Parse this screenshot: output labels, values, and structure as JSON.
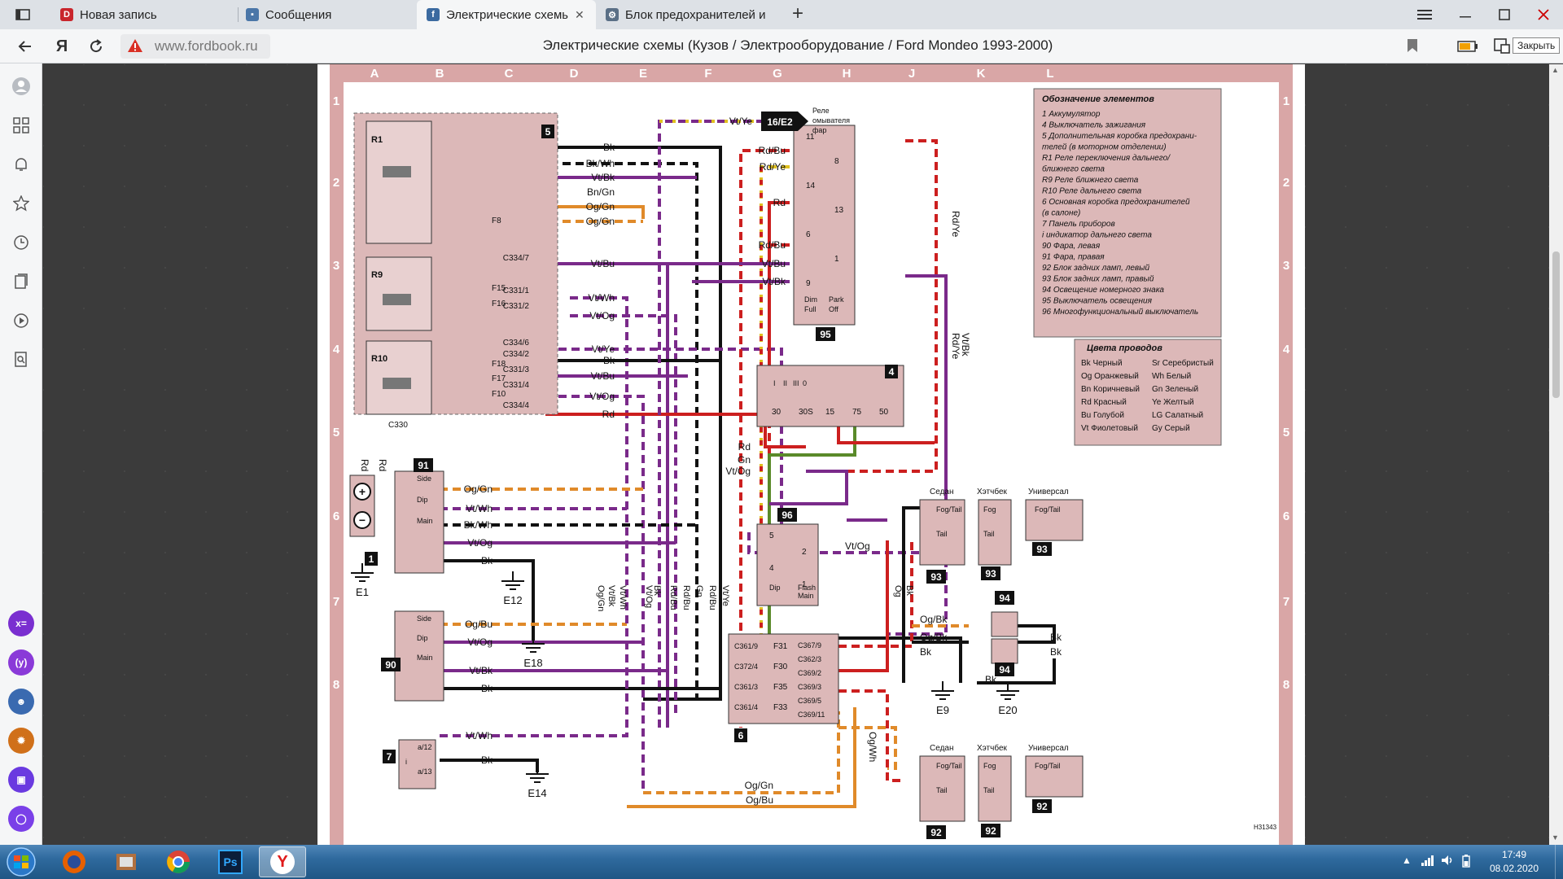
{
  "browser": {
    "tabs": [
      {
        "label": "Новая запись",
        "icon": "d-logo-icon",
        "color": "#c9252c"
      },
      {
        "label": "Сообщения",
        "icon": "vk-icon",
        "color": "#4a76a8"
      },
      {
        "label": "Электрические схемы (",
        "icon": "fordbook-icon",
        "color": "#3b6aa0",
        "active": true
      },
      {
        "label": "Блок предохранителей и",
        "icon": "gear-globe-icon",
        "color": "#5a6f86"
      }
    ],
    "tab_close": "✕",
    "new_tab": "+",
    "url": "www.fordbook.ru",
    "page_title": "Электрические схемы (Кузов / Электрооборудование / Ford Mondeo 1993-2000)",
    "close_tooltip": "Закрыть"
  },
  "schematic": {
    "columns": [
      "A",
      "B",
      "C",
      "D",
      "E",
      "F",
      "G",
      "H",
      "J",
      "K",
      "L"
    ],
    "rows": [
      "1",
      "2",
      "3",
      "4",
      "5",
      "6",
      "7",
      "8"
    ],
    "legend_title": "Обозначение элементов",
    "legend_items": [
      "1  Аккумулятор",
      "4  Выключатель зажигания",
      "5  Дополнительная коробка предохрани-",
      "    телей (в моторном отделении)",
      "    R1 Реле переключения дальнего/",
      "    ближнего света",
      "    R9 Реле ближнего света",
      "    R10 Реле дальнего света",
      "6  Основная коробка предохранителей",
      "    (в салоне)",
      "7  Панель приборов",
      "    i  индикатор дальнего света",
      "90 Фара, левая",
      "91 Фара, правая",
      "92 Блок задних ламп, левый",
      "93 Блок задних ламп, правый",
      "94 Освещение номерного знака",
      "95 Выключатель освещения",
      "96 Многофункциональный выключатель"
    ],
    "colors_title": "Цвета проводов",
    "color_codes_left": [
      "Bk Черный",
      "Og Оранжевый",
      "Bn Коричневый",
      "Rd Красный",
      "Bu Голубой",
      "Vt Фиолетовый"
    ],
    "color_codes_right": [
      "Sr Серебристый",
      "Wh Белый",
      "Gn Зеленый",
      "Ye Желтый",
      "LG Салатный",
      "Gy Серый"
    ],
    "relay_note": [
      "Реле",
      "омывателя",
      "фар"
    ],
    "relay_ref": "16/E2",
    "wire_colors": {
      "Bk": "#111111",
      "Rd": "#cc1f1f",
      "Og": "#e08a2a",
      "Vt": "#7a2a8a",
      "Wh": "#ffffff",
      "Gn": "#5a8a2a",
      "Bu": "#3b5fc0",
      "Ye": "#e0c020",
      "Bn": "#7a4a20"
    },
    "box_bg": "#dcb8b8",
    "paper_bg": "#ffffff",
    "frame_bg": "#d9a6a6",
    "components": {
      "fuse_box_aux": {
        "ref": "5",
        "relays": [
          "R1",
          "R9",
          "R10"
        ],
        "fuses": [
          "F8",
          "F15",
          "F16",
          "F18",
          "F17",
          "F10"
        ],
        "connector": "C330"
      },
      "battery": {
        "ref": "1",
        "ground": "E1",
        "wires": [
          "Rd",
          "Rd"
        ]
      },
      "headlamp_right": {
        "ref": "91",
        "labels": [
          "Side",
          "Dip",
          "Main"
        ],
        "wires": [
          "Og/Gn",
          "Vt/Wh",
          "Bk/Wh",
          "Vt/Og",
          "Bk"
        ],
        "ground": "E12"
      },
      "headlamp_left": {
        "ref": "90",
        "labels": [
          "Side",
          "Dip",
          "Main"
        ],
        "wires": [
          "Og/Bu",
          "Vt/Og",
          "Vt/Bk",
          "Bk"
        ],
        "ground": "E18"
      },
      "instrument_panel": {
        "ref": "7",
        "pins": [
          "a/12",
          "a/13"
        ],
        "wires": [
          "Vt/Wh",
          "Bk"
        ],
        "ground": "E14",
        "indicator": "i"
      },
      "ignition_switch": {
        "ref": "4",
        "terminals": [
          "30",
          "30S",
          "15",
          "75",
          "50"
        ],
        "positions": [
          "I",
          "II",
          "III",
          "0"
        ]
      },
      "light_switch": {
        "ref": "95",
        "terminals": [
          "11",
          "8",
          "14",
          "13",
          "6",
          "1",
          "9"
        ],
        "labels": [
          "Dim",
          "Park",
          "Full",
          "Off"
        ]
      },
      "multifunction_switch": {
        "ref": "96",
        "terminals": [
          "5",
          "2",
          "4",
          "1"
        ],
        "labels": [
          "Dip",
          "Flash",
          "Main"
        ]
      },
      "fuse_box_main": {
        "ref": "6",
        "fuses": [
          "F31",
          "F30",
          "F35",
          "F33"
        ]
      },
      "tail_sedan": {
        "title": "Седан",
        "labels": [
          "Fog/Tail",
          "Tail"
        ],
        "ref": "93"
      },
      "tail_hatch": {
        "title": "Хэтчбек",
        "labels": [
          "Fog",
          "Tail"
        ],
        "ref": "93"
      },
      "tail_wagon": {
        "title": "Универсал",
        "labels": [
          "Fog/Tail"
        ],
        "ref": "93"
      },
      "tail_sedan_l": {
        "title": "Седан",
        "labels": [
          "Fog/Tail",
          "Tail"
        ],
        "ref": "92"
      },
      "tail_hatch_l": {
        "title": "Хэтчбек",
        "labels": [
          "Fog",
          "Tail"
        ],
        "ref": "92"
      },
      "tail_wagon_l": {
        "title": "Универсал",
        "labels": [
          "Fog/Tail"
        ],
        "ref": "92"
      },
      "plate_lights": {
        "ref": "94"
      }
    },
    "connectors": [
      "C334/7",
      "C331/1",
      "C331/2",
      "C334/6",
      "C334/2",
      "C331/3",
      "C331/4",
      "C334/4",
      "C361/9",
      "C372/4",
      "C361/3",
      "C361/4",
      "C367/9",
      "C362/3",
      "C369/2",
      "C369/3",
      "C369/5",
      "C369/11"
    ],
    "wire_labels": {
      "aux_out": [
        "Bk",
        "Bk/Wh",
        "Vt/Bk",
        "Bn/Gn",
        "Og/Gn",
        "Og/Gn",
        "Vt/Bu",
        "Vt/Wh",
        "Vt/Og",
        "Vt/Ye",
        "Bk",
        "Vt/Bu",
        "Vt/Og",
        "Rd"
      ],
      "top": "Vt/Ye",
      "switch95_in": [
        "Rd/Bu",
        "Rd/Ye",
        "Rd",
        "Rd/Bu",
        "Vt/Bu",
        "Vt/Bk"
      ],
      "ign_out": [
        "Rd",
        "Gn",
        "Vt/Og"
      ],
      "right_vertical": [
        "Rd/Ye",
        "Rd/Ye",
        "Vt/Bk"
      ],
      "mfs_out": "Vt/Og",
      "vertical_mid": [
        "Og/Gn",
        "Vt/Bk",
        "Vt/Wh",
        "Vt/Og",
        "Bk",
        "Rd/Bu",
        "Rd/Bu",
        "Gn",
        "Rd/Bu",
        "Vt/Ye",
        "Og",
        "Bk"
      ],
      "plate": [
        "Og/Bk",
        "Og/Bk",
        "Bk",
        "Bk",
        "Bk",
        "Bk"
      ],
      "bottom": [
        "Og/Gn",
        "Og/Bu",
        "Og/Wh"
      ],
      "grounds": [
        "E1",
        "E12",
        "E18",
        "E14",
        "E9",
        "E20"
      ],
      "battery_wires": [
        "Rd",
        "Rd"
      ]
    },
    "drawing_id": "H31343"
  },
  "taskbar": {
    "apps": [
      {
        "name": "firefox",
        "icon": "firefox-icon"
      },
      {
        "name": "paint",
        "icon": "paint-icon"
      },
      {
        "name": "chrome",
        "icon": "chrome-icon"
      },
      {
        "name": "photoshop",
        "icon": "photoshop-icon",
        "label": "Ps"
      },
      {
        "name": "yandex",
        "icon": "yandex-browser-icon",
        "label": "Y",
        "active": true
      }
    ],
    "time": "17:49",
    "date": "08.02.2020"
  }
}
